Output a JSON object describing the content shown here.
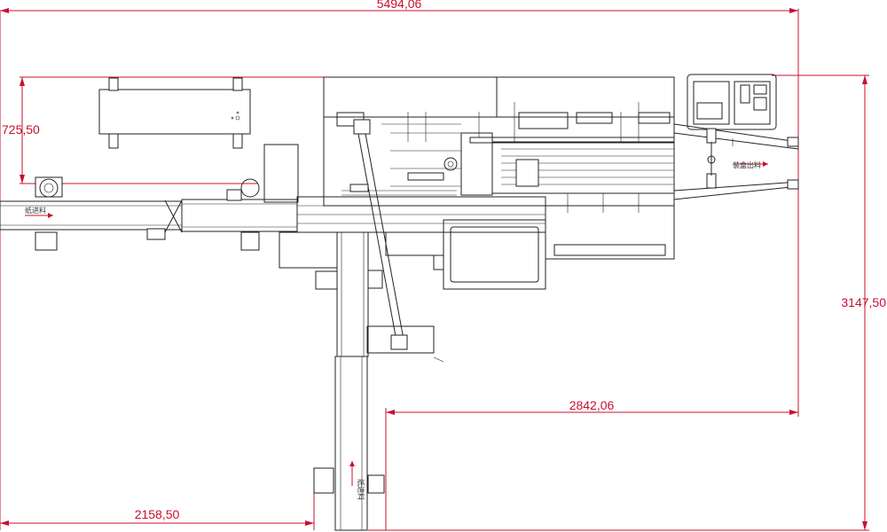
{
  "dimensions": {
    "overall_width": "5494,06",
    "left_height": "725,50",
    "right_height": "3147,50",
    "middle_width": "2842,06",
    "bottom_width": "2158,50"
  },
  "labels": {
    "left_feed": "纸进料",
    "bottom_feed": "纸进料",
    "box_out": "装盒出料"
  },
  "colors": {
    "dimension": "#c8102e",
    "linework": "#222222",
    "background": "#ffffff"
  }
}
